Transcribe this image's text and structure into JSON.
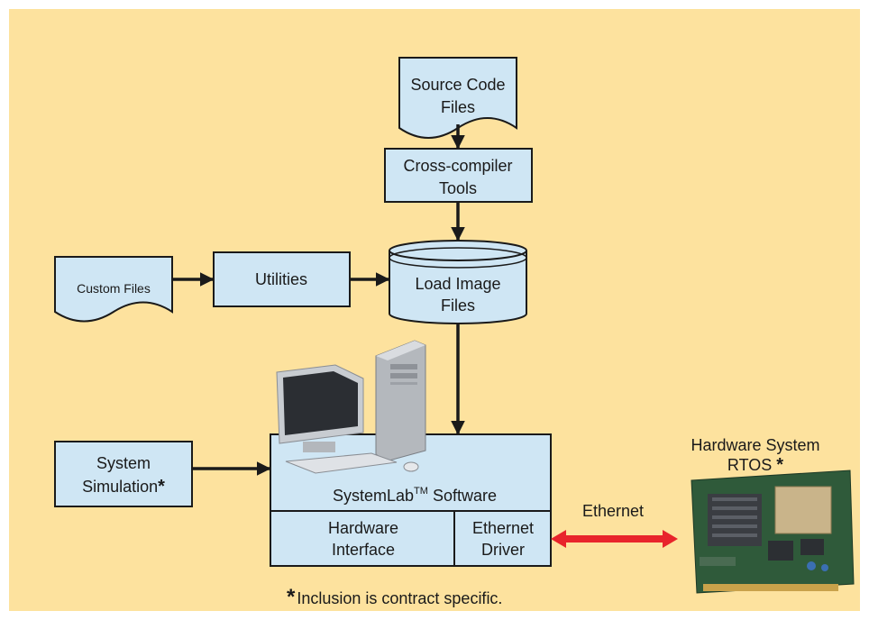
{
  "colors": {
    "background": "#fde29e",
    "box_fill": "#cfe6f4",
    "stroke": "#1a1a1a",
    "ethernet_arrow": "#e8242b"
  },
  "nodes": {
    "source_code": {
      "line1": "Source Code",
      "line2": "Files"
    },
    "cross_compiler": {
      "line1": "Cross-compiler",
      "line2": "Tools"
    },
    "load_image": {
      "line1": "Load Image",
      "line2": "Files"
    },
    "custom_files": {
      "label": "Custom Files"
    },
    "utilities": {
      "label": "Utilities"
    },
    "system_simulation": {
      "line1": "System",
      "line2": "Simulation",
      "mark": "*"
    },
    "systemlab": {
      "name": "SystemLab",
      "tm": "TM",
      "suffix": "Software"
    },
    "hardware_interface": {
      "line1": "Hardware",
      "line2": "Interface"
    },
    "ethernet_driver": {
      "line1": "Ethernet",
      "line2": "Driver"
    },
    "hardware_system": {
      "line1": "Hardware System",
      "line2": "RTOS",
      "mark": "*"
    }
  },
  "edges": {
    "ethernet_label": "Ethernet"
  },
  "footnote": {
    "mark": "*",
    "text": "Inclusion is contract specific."
  },
  "icons": [
    "computer-workstation-icon",
    "circuit-board-icon"
  ]
}
